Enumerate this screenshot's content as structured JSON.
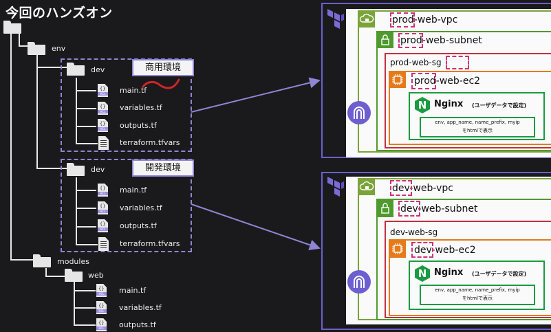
{
  "title": "今回のハンズオン",
  "tree": {
    "env": "env",
    "modules": "modules",
    "web": "web",
    "prod_folder": "dev",
    "dev_folder": "dev",
    "prod_label": "商用環境",
    "dev_label": "開発環境",
    "files": {
      "main": "main.tf",
      "variables": "variables.tf",
      "outputs": "outputs.tf",
      "tfvars": "terraform.tfvars"
    },
    "badge": "HCL"
  },
  "prod": {
    "vpc": "prod-web-vpc",
    "subnet": "prod-web-subnet",
    "sg": "prod-web-sg",
    "ec2": "prod-web-ec2",
    "nginx": "Nginx",
    "nginx_note": "(ユーザデータで設定)",
    "info_line1": "env, app_name, name_prefix, myip",
    "info_line2": "をhtmlで表示"
  },
  "dev": {
    "vpc": "dev-web-vpc",
    "subnet": "dev-web-subnet",
    "sg": "dev-web-sg",
    "ec2": "dev-web-ec2",
    "nginx": "Nginx",
    "nginx_note": "(ユーザデータで設定)",
    "info_line1": "env, app_name, name_prefix, myip",
    "info_line2": "をhtmlで表示"
  },
  "colors": {
    "accent": "#6d5fd0",
    "dashed": "#8f85d4",
    "highlight": "#cc3377",
    "vpc": "#7aa33a",
    "subnet": "#4f9a2e",
    "sg": "#c03040",
    "ec2": "#e57a1a",
    "nginx": "#1a9b42"
  },
  "icons": [
    "terraform-icon",
    "cloud-lock-icon",
    "lock-icon",
    "chip-icon",
    "gateway-icon",
    "nginx-icon",
    "folder-icon",
    "file-icon"
  ]
}
